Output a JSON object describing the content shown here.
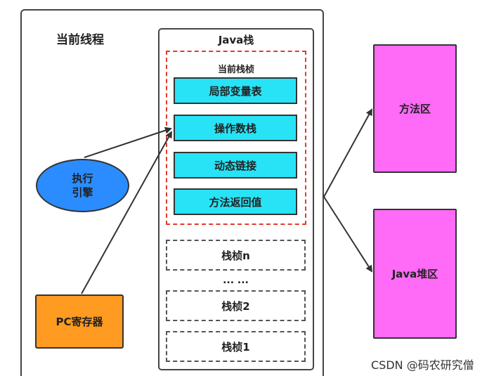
{
  "thread": {
    "label": "当前线程"
  },
  "stack": {
    "label": "Java栈"
  },
  "current_frame": {
    "label": "当前栈桢",
    "slots": [
      "局部变量表",
      "操作数栈",
      "动态链接",
      "方法返回值"
    ]
  },
  "frames": {
    "ellipsis": "... ...",
    "n": "栈桢n",
    "two": "栈桢2",
    "one": "栈桢1"
  },
  "engine": {
    "line1": "执行",
    "line2": "引擎"
  },
  "pc_register": {
    "label": "PC寄存器"
  },
  "method_area": {
    "label": "方法区"
  },
  "heap": {
    "label": "Java堆区"
  },
  "watermark": "CSDN @码农研究僧",
  "colors": {
    "stack_slot": "#27e3f5",
    "engine": "#2a8cff",
    "pc_register": "#ff9b20",
    "memory_area": "#ff6af7",
    "current_frame_border": "#e03c2c"
  }
}
